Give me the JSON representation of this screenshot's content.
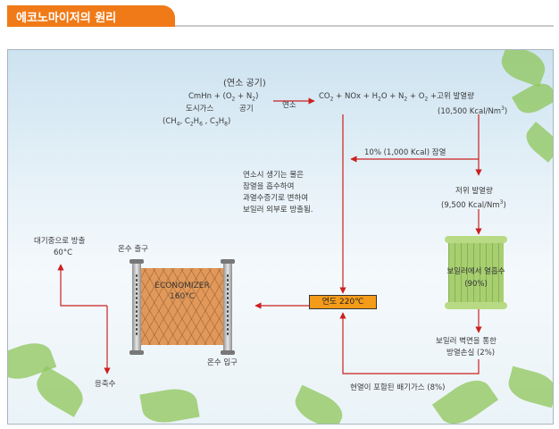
{
  "title": "에코노마이저의 원리",
  "combustion": {
    "air_label": "(연소 공기)",
    "fuel_formula": "CmHn + (O",
    "fuel_formula_2": " + N",
    "fuel_formula_3": ")",
    "city_gas": "도시가스",
    "air": "공기",
    "fuel_list": "(CH",
    "fuel_list_2": ", C",
    "fuel_list_3": "H",
    "fuel_list_4": " , C",
    "fuel_list_5": "H",
    "fuel_list_6": ")",
    "combustion_label": "연소",
    "products": "CO",
    "products_2": " + NOx + H",
    "products_3": "O + N",
    "products_4": " + O",
    "products_5": " +고위 발열량",
    "hhv_value": "(10,500 Kcal/Nm",
    "hhv_value_end": ")"
  },
  "latent": {
    "percent_label": "10% (1,000 Kcal) 잠열",
    "note_line1": "연소시 생기는 물은",
    "note_line2": "잠열을 흡수하여",
    "note_line3": "과열수증기로 변하여",
    "note_line4": "보일러 외부로 방출됨."
  },
  "lhv": {
    "label": "저위 발열량",
    "value": "(9,500 Kcal/Nm",
    "value_end": ")"
  },
  "boiler": {
    "line1": "보일러에서 열흡수",
    "line2": "(90%)"
  },
  "loss": {
    "line1": "보일러 벽면을 통한",
    "line2": "방열손실 (2%)"
  },
  "exhaust_label": "현열이 포함된 배기가스 (8%)",
  "flue_temp": "연도 220℃",
  "economizer": {
    "name": "ECONOMIZER",
    "temp": "160°C"
  },
  "hot_water_out": "온수 출구",
  "hot_water_in": "온수 입구",
  "atmosphere": {
    "line1": "대기중으로 방출",
    "line2": "60°C"
  },
  "condensate": "응축수",
  "colors": {
    "banner": "#f07a18",
    "arrow": "#cc2020",
    "flue_box": "#f49b1a",
    "boiler": "#a7cf70",
    "economizer": "#e0995a"
  }
}
